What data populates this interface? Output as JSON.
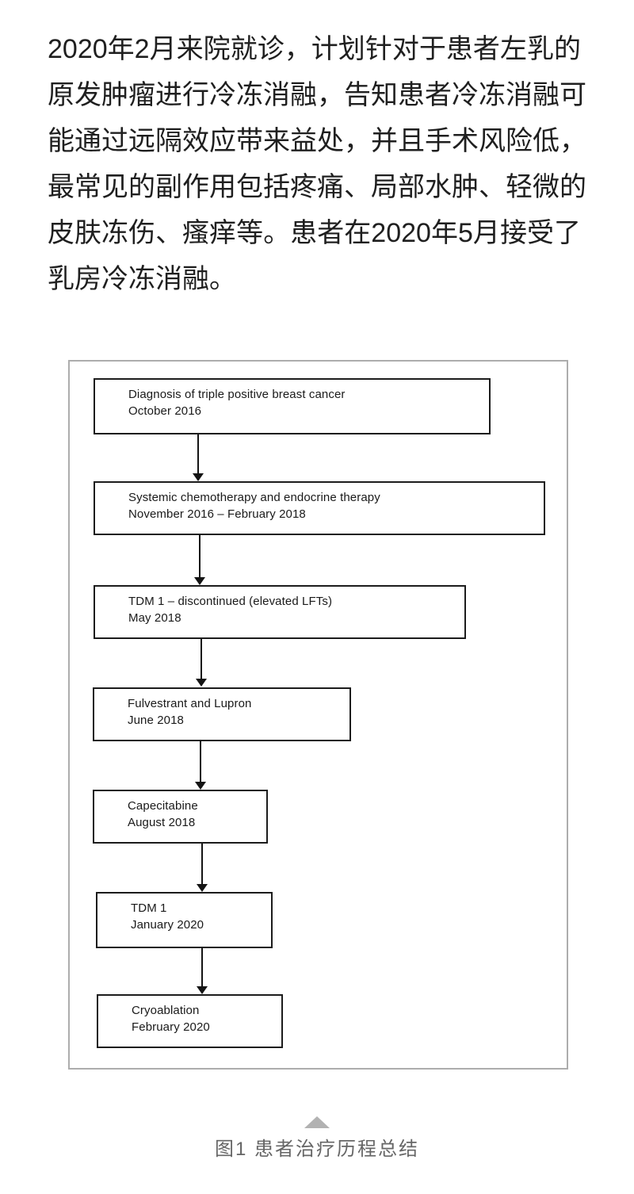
{
  "paragraph": {
    "lines": [
      "2020年2月来院就诊，计划针对于患者左乳的",
      "原发肿瘤进行冷冻消融，告知患者冷冻消融可",
      "能通过远隔效应带来益处，并且手术风险低，",
      "最常见的副作用包括疼痛、局部水肿、轻微的",
      "皮肤冻伤、瘙痒等。患者在2020年5月接受了",
      "乳房冷冻消融。"
    ]
  },
  "figure": {
    "marker_icon": "triangle-up",
    "caption": "图1 患者治疗历程总结",
    "steps": [
      {
        "title": "Diagnosis of triple positive breast cancer",
        "date": "October 2016"
      },
      {
        "title": "Systemic chemotherapy and endocrine therapy",
        "date": "November 2016 – February 2018"
      },
      {
        "title": "TDM 1 – discontinued (elevated LFTs)",
        "date": "May 2018"
      },
      {
        "title": "Fulvestrant and Lupron",
        "date": "June 2018"
      },
      {
        "title": "Capecitabine",
        "date": "August 2018"
      },
      {
        "title": "TDM 1",
        "date": "January 2020"
      },
      {
        "title": "Cryoablation",
        "date": "February 2020"
      }
    ]
  },
  "colors": {
    "paragraph_text": "#1f1f1f",
    "step_box_border": "#1c1c1c",
    "figure_frame_border": "#adadad",
    "arrow": "#141414",
    "caption_text": "#666666",
    "caption_marker": "#b2b2b2",
    "background": "#ffffff"
  }
}
